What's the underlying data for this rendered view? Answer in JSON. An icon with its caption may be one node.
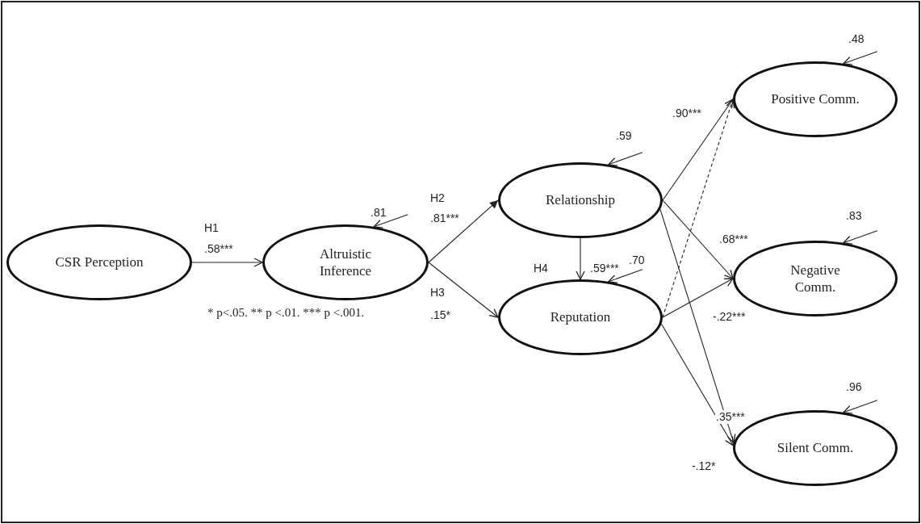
{
  "diagram": {
    "nodes": [
      {
        "text": [
          "CSR Perception"
        ]
      },
      {
        "text": [
          "Altruistic Inference"
        ]
      },
      {
        "text": [
          "Relationship"
        ]
      },
      {
        "text": [
          "Reputation"
        ]
      },
      {
        "text": [
          "Positive Comm."
        ]
      },
      {
        "text": [
          "Negative Comm."
        ]
      },
      {
        "text": [
          "Silent Comm."
        ]
      }
    ],
    "edges": [
      {
        "from": 0,
        "to": 1,
        "arrow": "to",
        "label": ".58***"
      },
      {
        "from": 1,
        "to": 2,
        "arrow": "to",
        "label": ".81***"
      },
      {
        "from": 1,
        "to": 3,
        "arrow": "to",
        "label": ".15*"
      },
      {
        "from": 2,
        "to": 3,
        "arrow": "to",
        "label": ".59***"
      },
      {
        "from": 2,
        "to": 4,
        "arrow": "to",
        "label": ".90***"
      },
      {
        "from": 3,
        "to": 4,
        "arrow": "to",
        "style": "dashed"
      },
      {
        "from": 2,
        "to": 5,
        "arrow": "to",
        "label": ".68***"
      },
      {
        "from": 3,
        "to": 5,
        "arrow": "to",
        "label": "-.22***"
      },
      {
        "from": 2,
        "to": 6,
        "arrow": "to",
        "label": ".35***"
      },
      {
        "from": 3,
        "to": 6,
        "arrow": "to",
        "label": "-.12*"
      },
      {
        "from": null,
        "to": 1,
        "arrow": "to",
        "label": ".81"
      },
      {
        "from": null,
        "to": 2,
        "arrow": "to",
        "label": ".59"
      },
      {
        "from": null,
        "to": 3,
        "arrow": "to",
        "label": ".70"
      },
      {
        "from": null,
        "to": 4,
        "arrow": "to",
        "label": ".48"
      },
      {
        "from": null,
        "to": 5,
        "arrow": "to",
        "label": ".83"
      },
      {
        "from": null,
        "to": 6,
        "arrow": "to",
        "label": ".96"
      }
    ],
    "labels": [
      "H1",
      "H2",
      "H3",
      "H4",
      "* p<.05. ** p <.01. *** p <.001."
    ]
  }
}
